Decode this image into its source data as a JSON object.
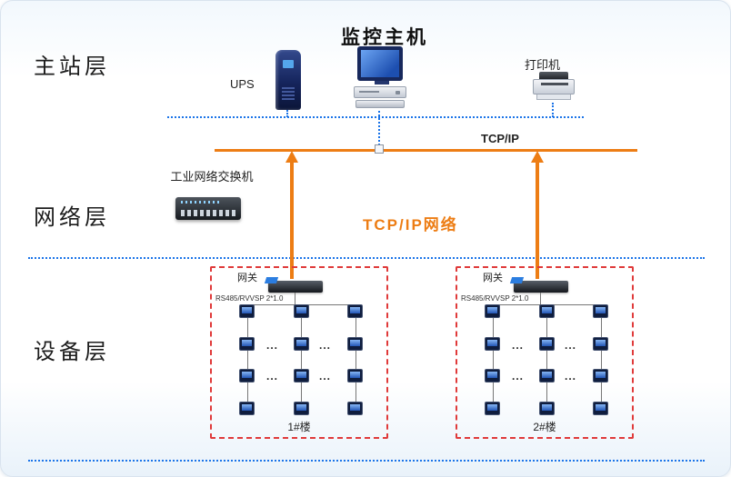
{
  "title": "监控主机",
  "layers": {
    "master": "主站层",
    "network": "网络层",
    "device": "设备层"
  },
  "top": {
    "ups_label": "UPS",
    "printer_label": "打印机",
    "switch_label": "工业网络交换机",
    "tcpip_label": "TCP/IP"
  },
  "network": {
    "tcpip_network_label": "TCP/IP网络"
  },
  "labels": {
    "ellipsis": "..."
  },
  "buildings": [
    {
      "gateway_label": "网关",
      "cable_label": "RS485/RVVSP 2*1.0",
      "name": "1#楼",
      "columns": 3,
      "rows": 4
    },
    {
      "gateway_label": "网关",
      "cable_label": "RS485/RVVSP 2*1.0",
      "name": "2#楼",
      "columns": 3,
      "rows": 4
    }
  ],
  "colors": {
    "orange": "#ED7D14",
    "blue_dotted": "#1B74E8",
    "red_dashed": "#E03A3A"
  }
}
